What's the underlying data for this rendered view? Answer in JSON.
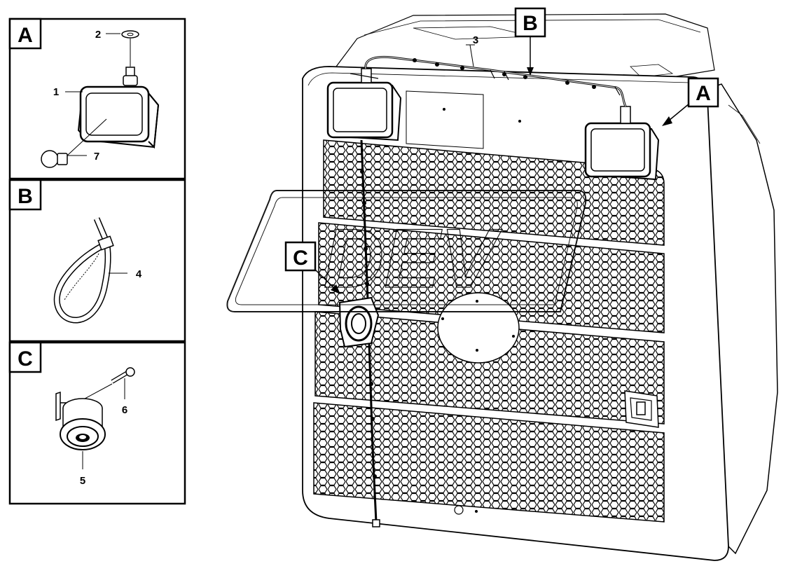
{
  "panels": [
    {
      "letter": "A",
      "callouts": [
        "2",
        "1",
        "7"
      ]
    },
    {
      "letter": "B",
      "callouts": [
        "4"
      ]
    },
    {
      "letter": "C",
      "callouts": [
        "6",
        "5"
      ]
    }
  ],
  "main": {
    "callout_b": "B",
    "callout_a": "A",
    "callout_c": "C",
    "part_3": "3"
  },
  "watermark": "DEV"
}
